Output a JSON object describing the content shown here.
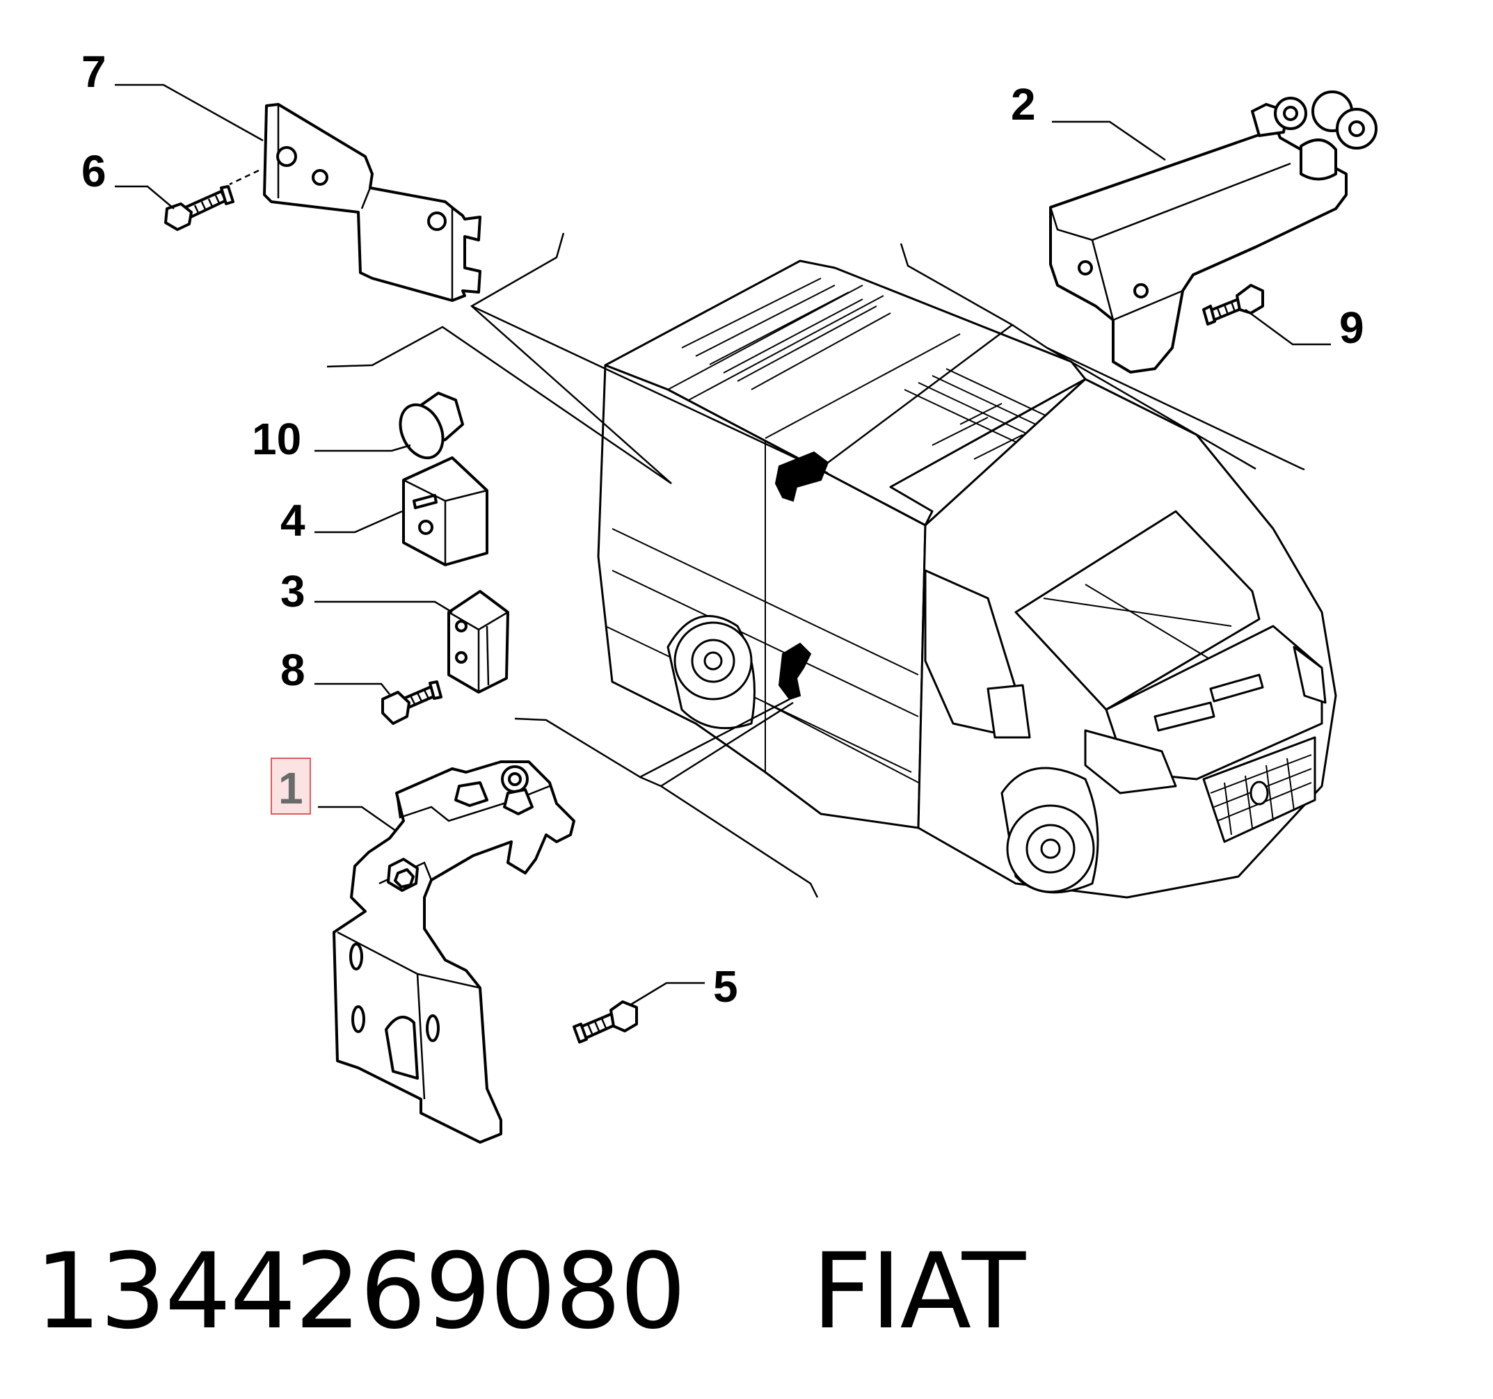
{
  "caption": {
    "part_number": "1344269080",
    "brand": "FIAT"
  },
  "callouts": [
    {
      "id": "1",
      "label": "1",
      "highlighted": true
    },
    {
      "id": "2",
      "label": "2"
    },
    {
      "id": "3",
      "label": "3"
    },
    {
      "id": "4",
      "label": "4"
    },
    {
      "id": "5",
      "label": "5"
    },
    {
      "id": "6",
      "label": "6"
    },
    {
      "id": "7",
      "label": "7"
    },
    {
      "id": "8",
      "label": "8"
    },
    {
      "id": "9",
      "label": "9"
    },
    {
      "id": "10",
      "label": "10"
    }
  ],
  "colors": {
    "highlight_border": "#e05a5a",
    "highlight_fill": "#fbe3e3",
    "line": "#000000",
    "background": "#ffffff"
  }
}
